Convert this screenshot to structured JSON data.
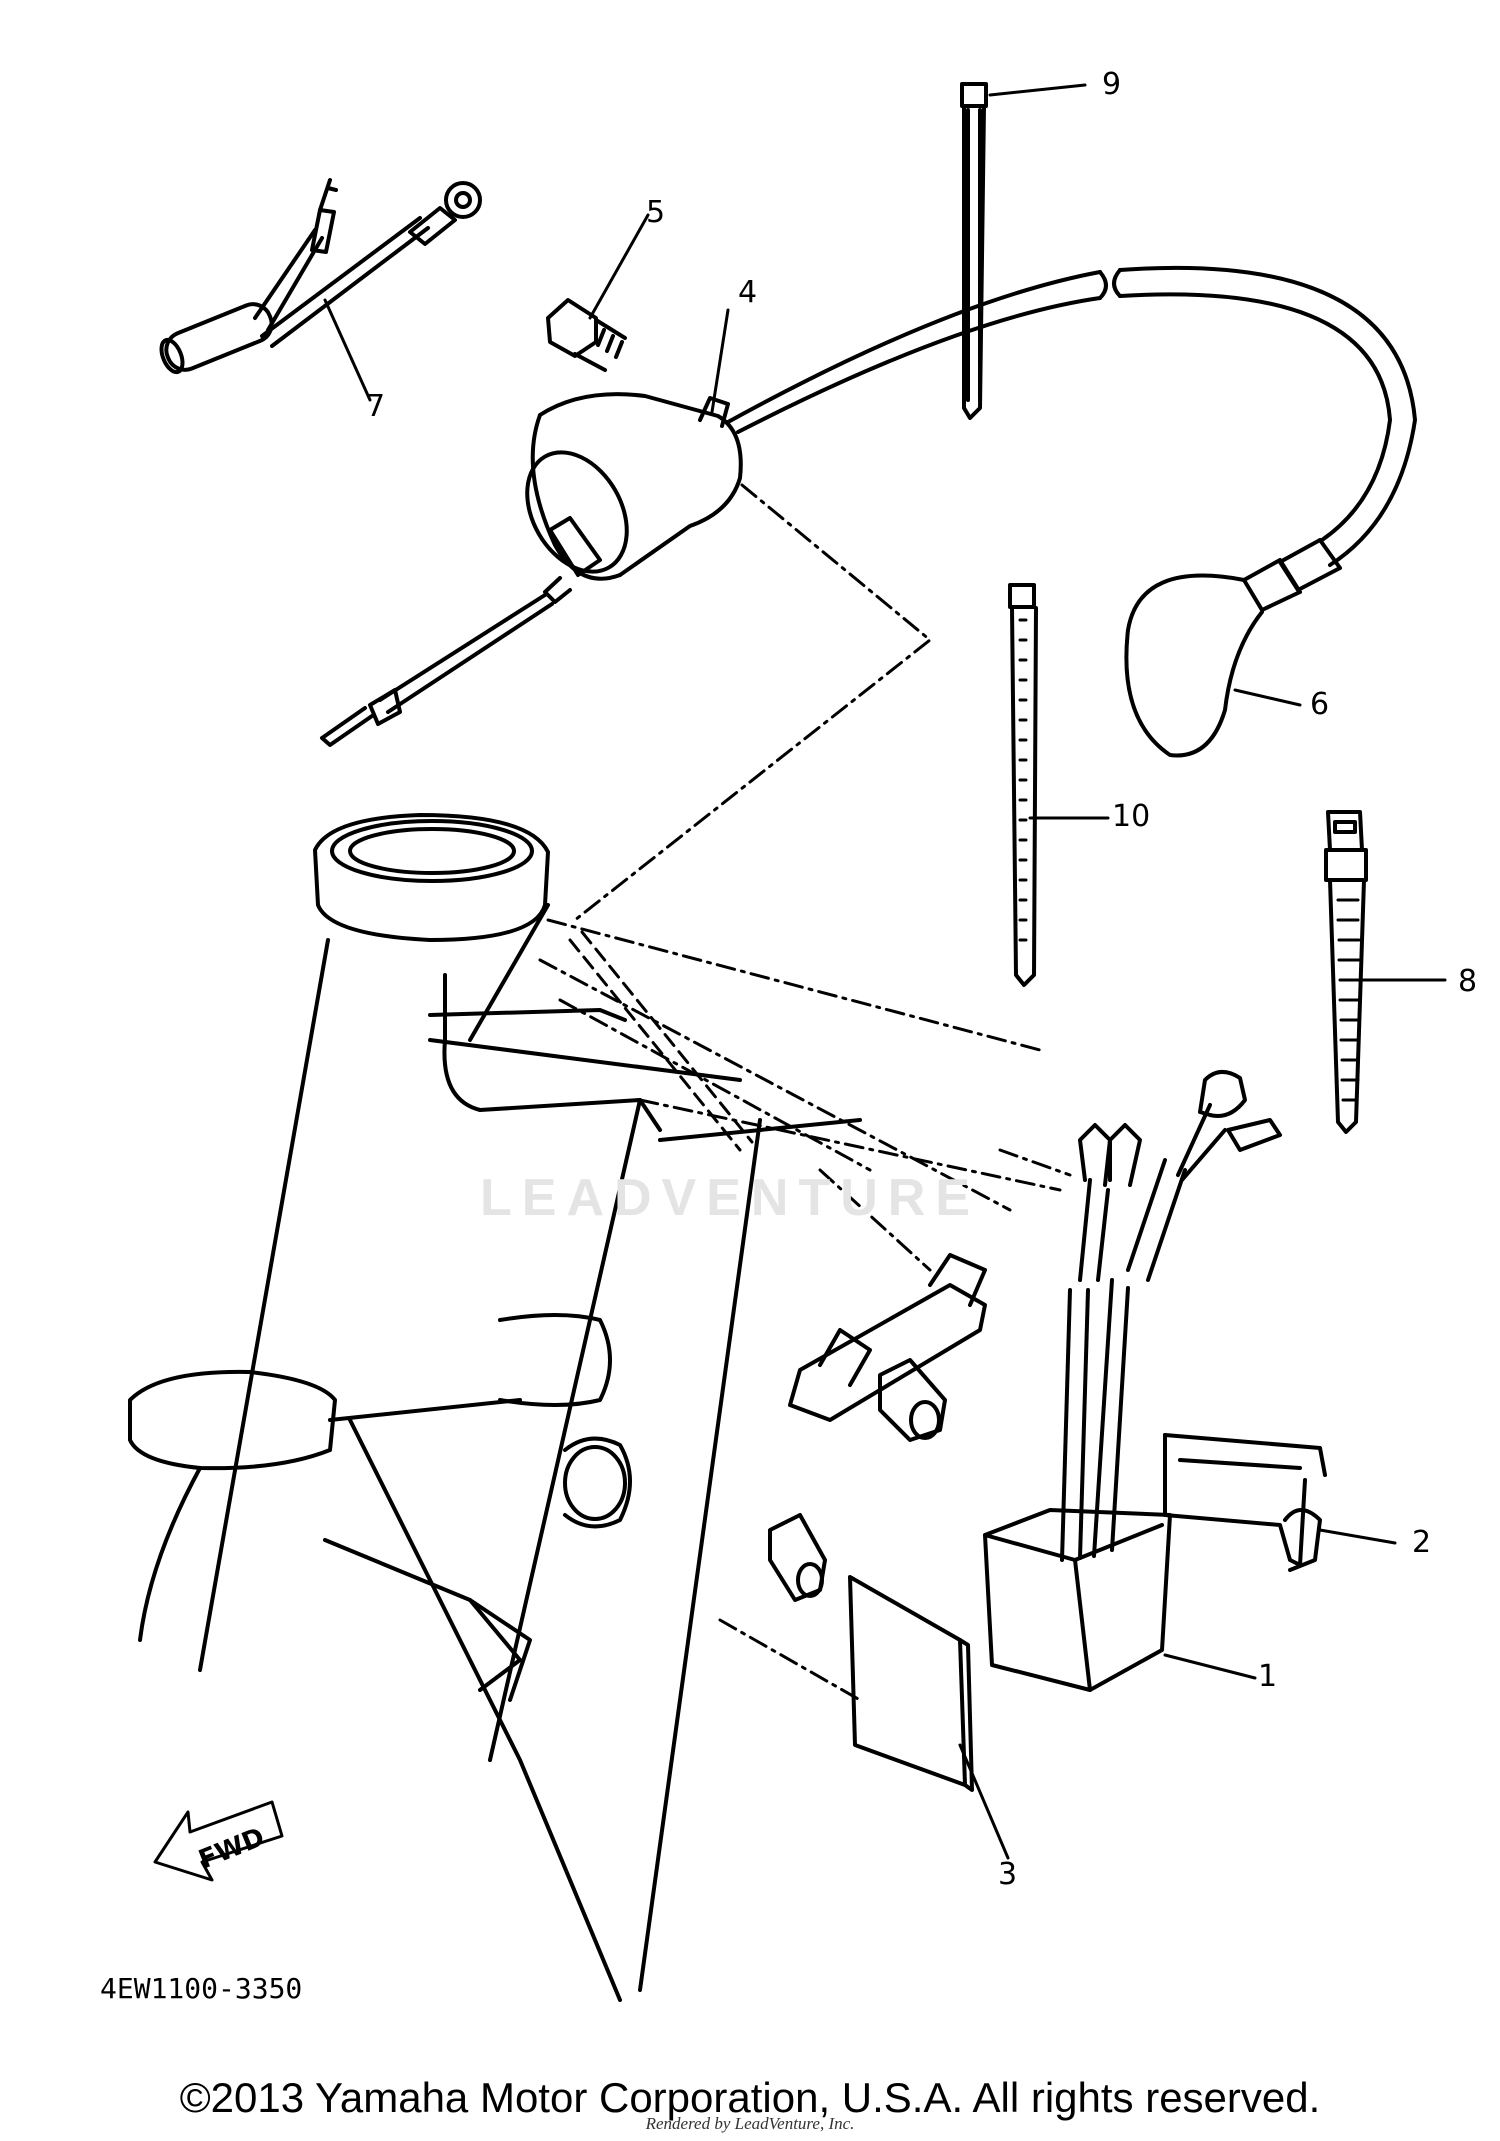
{
  "callouts": [
    "1",
    "2",
    "3",
    "4",
    "5",
    "6",
    "7",
    "8",
    "9",
    "10"
  ],
  "diagram_code": "4EW1100-3350",
  "fwd_label": "FWD",
  "watermark": "LEADVENTURE",
  "copyright": "©2013 Yamaha Motor Corporation, U.S.A. All rights reserved.",
  "rendered_by": "Rendered by LeadVenture, Inc."
}
